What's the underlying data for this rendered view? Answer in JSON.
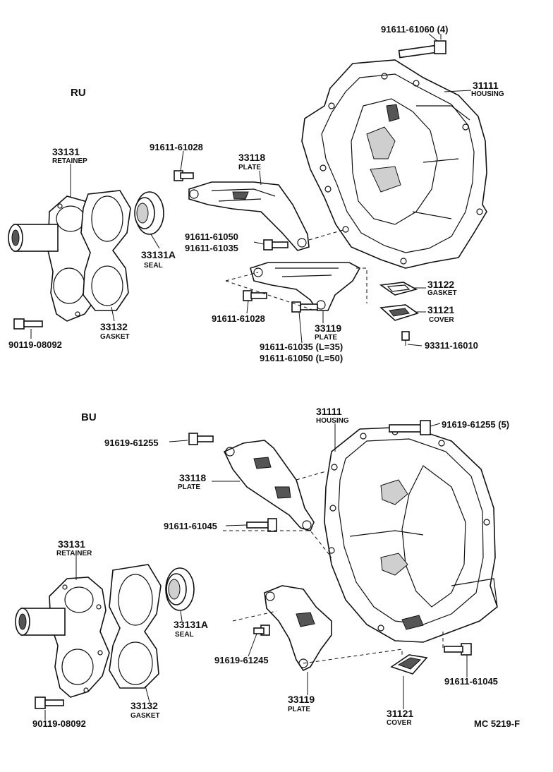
{
  "sections": {
    "top": "RU",
    "bottom": "BU"
  },
  "drawing_code": "MC 5219-F",
  "top": {
    "bolt_housing": "91611-61060 (4)",
    "housing": {
      "number": "31111",
      "name": "HOUSING"
    },
    "retainer": {
      "number": "33131",
      "name": "RETAINEP"
    },
    "bolt_plate_upper": "91611-61028",
    "plate_33118": {
      "number": "33118",
      "name": "PLATE"
    },
    "bolt_pair_a": "91611-61050",
    "bolt_pair_b": "91611-61035",
    "seal": {
      "number": "33131A",
      "name": "SEAL"
    },
    "gasket_31122": {
      "number": "31122",
      "name": "GASKET"
    },
    "cover_31121": {
      "number": "31121",
      "name": "COVER"
    },
    "bolt_plate_lower": "91611-61028",
    "plate_33119": {
      "number": "33119",
      "name": "PLATE"
    },
    "gasket_33132": {
      "number": "33132",
      "name": "GASKET"
    },
    "bolt_retainer": "90119-08092",
    "screw_cover": "93311-16010",
    "bolt_len_a": "91611-61035 (L=35)",
    "bolt_len_b": "91611-61050 (L=50)"
  },
  "bottom": {
    "housing": {
      "number": "31111",
      "name": "HOUSING"
    },
    "bolt_housing": "91619-61255 (5)",
    "bolt_plate_upper": "91619-61255",
    "plate_33118": {
      "number": "33118",
      "name": "PLATE"
    },
    "bolt_plate_mid": "91611-61045",
    "retainer": {
      "number": "33131",
      "name": "RETAINER"
    },
    "seal": {
      "number": "33131A",
      "name": "SEAL"
    },
    "bolt_plate_lower": "91619-61245",
    "bolt_right": "91611-61045",
    "gasket_33132": {
      "number": "33132",
      "name": "GASKET"
    },
    "plate_33119": {
      "number": "33119",
      "name": "PLATE"
    },
    "cover_31121": {
      "number": "31121",
      "name": "COVER"
    },
    "bolt_retainer": "90119-08092"
  }
}
